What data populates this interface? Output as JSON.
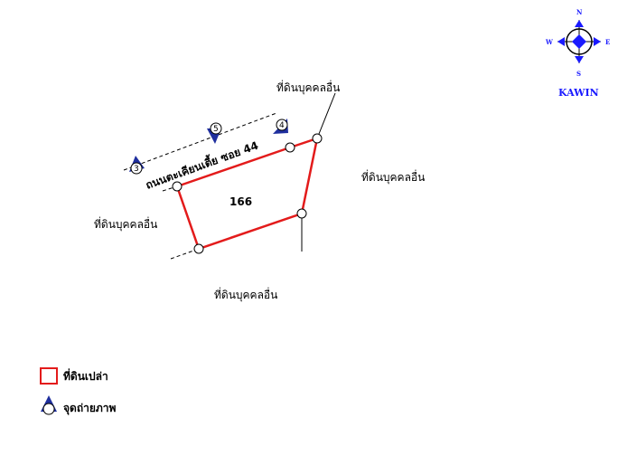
{
  "compass": {
    "north": "N",
    "south": "S",
    "east": "E",
    "west": "W",
    "brand": "KAWIN",
    "color": "#1a1aff"
  },
  "map": {
    "road_label": "ถนนตะเคียนเตี้ย ซอย 44",
    "parcel_number": "166",
    "neighbor_label": "ที่ดินบุคคลอื่น",
    "photo_points": [
      "3",
      "5",
      "4"
    ],
    "parcel_color": "#e31b1b",
    "photo_color": "#1f2f9e"
  },
  "legend": {
    "vacant_land": "ที่ดินเปล่า",
    "photo_point": "จุดถ่ายภาพ"
  }
}
